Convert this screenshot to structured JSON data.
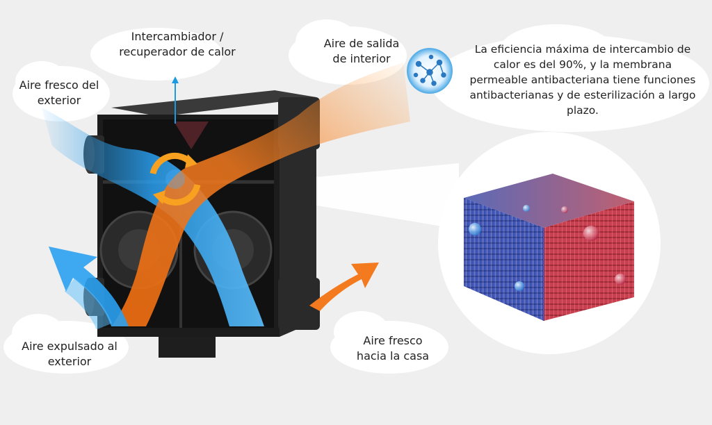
{
  "labels": {
    "exchanger": "Intercambiador / recuperador de calor",
    "indoor_exhaust": "Aire de salida de interior",
    "outdoor_fresh": "Aire fresco del exterior",
    "expelled": "Aire expulsado al exterior",
    "supply": "Aire fresco hacia la casa"
  },
  "info_text": "La eficiencia máxima de intercambio de calor es del 90%, y la membrana permeable antibacteriana tiene funciones antibacterianas y de esterilización a largo plazo.",
  "colors": {
    "fresh_air": "#2aa0f0",
    "warm_air": "#f47a1f",
    "membrane_cool": "#3a62c8",
    "membrane_warm": "#d4384a",
    "unit_body": "#1c1c1c"
  },
  "icons": [
    "molecule-icon",
    "exchange-cycle-icon"
  ]
}
